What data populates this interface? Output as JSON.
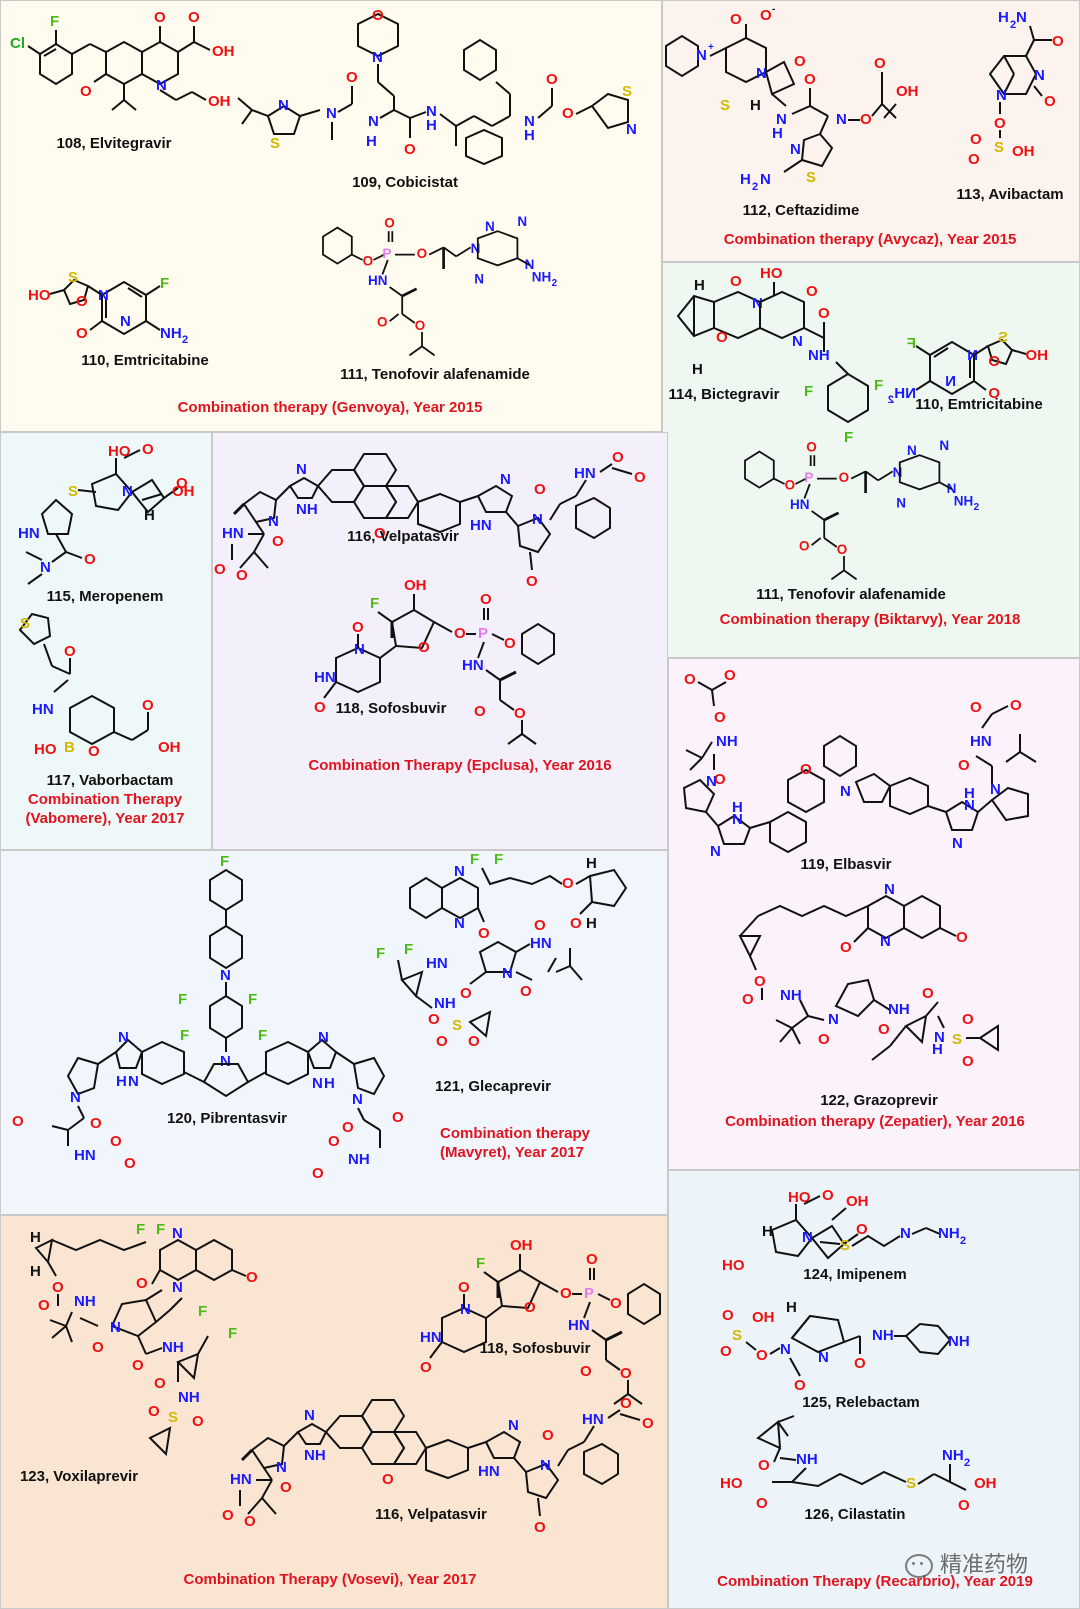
{
  "colors": {
    "caption": "#e0141e",
    "nitrogen": "#1a1aff",
    "oxygen": "#ee1111",
    "sulfur": "#d4b800",
    "fluorine": "#4cbb17",
    "chlorine": "#1faa1f",
    "phosphorus": "#e57cf0",
    "bond": "#111111",
    "panel_genvoya": "#fffcef",
    "panel_avycaz": "#fdf3ee",
    "panel_biktarvy": "#eef8f0",
    "panel_vabomere": "#eef8f8",
    "panel_epclusa": "#f4f0fb",
    "panel_zepatier": "#fbf2fb",
    "panel_mavyret": "#f1f6fd",
    "panel_vosevi": "#fae5d3",
    "panel_recarbrio": "#edf4f9"
  },
  "compounds": [
    {
      "id": "108",
      "label": "108, Elvitegravir"
    },
    {
      "id": "109",
      "label": "109, Cobicistat"
    },
    {
      "id": "110",
      "label": "110, Emtricitabine"
    },
    {
      "id": "111",
      "label": "111, Tenofovir alafenamide"
    },
    {
      "id": "112",
      "label": "112, Ceftazidime"
    },
    {
      "id": "113",
      "label": "113, Avibactam"
    },
    {
      "id": "114",
      "label": "114, Bictegravir"
    },
    {
      "id": "110b",
      "label": "110, Emtricitabine"
    },
    {
      "id": "111b",
      "label": "111, Tenofovir alafenamide"
    },
    {
      "id": "115",
      "label": "115, Meropenem"
    },
    {
      "id": "116",
      "label": "116, Velpatasvir"
    },
    {
      "id": "118",
      "label": "118, Sofosbuvir"
    },
    {
      "id": "117",
      "label": "117, Vaborbactam"
    },
    {
      "id": "119",
      "label": "119, Elbasvir"
    },
    {
      "id": "120",
      "label": "120, Pibrentasvir"
    },
    {
      "id": "121",
      "label": "121, Glecaprevir"
    },
    {
      "id": "122",
      "label": "122, Grazoprevir"
    },
    {
      "id": "123",
      "label": "123, Voxilaprevir"
    },
    {
      "id": "118b",
      "label": "118, Sofosbuvir"
    },
    {
      "id": "116b",
      "label": "116, Velpatasvir"
    },
    {
      "id": "124",
      "label": "124, Imipenem"
    },
    {
      "id": "125",
      "label": "125, Relebactam"
    },
    {
      "id": "126",
      "label": "126, Cilastatin"
    }
  ],
  "captions": {
    "genvoya": "Combination therapy (Genvoya), Year 2015",
    "avycaz": "Combination therapy (Avycaz), Year 2015",
    "biktarvy": "Combination therapy (Biktarvy), Year 2018",
    "vabomere": "Combination Therapy (Vabomere), Year 2017",
    "epclusa": "Combination Therapy (Epclusa), Year 2016",
    "zepatier": "Combination therapy (Zepatier), Year 2016",
    "mavyret": "Combination therapy (Mavyret), Year 2017",
    "vosevi": "Combination Therapy (Vosevi), Year 2017",
    "recarbrio": "Combination Therapy (Recarbrio), Year 2019"
  },
  "watermark": {
    "icon": "wechat-icon",
    "text": "精准药物"
  }
}
